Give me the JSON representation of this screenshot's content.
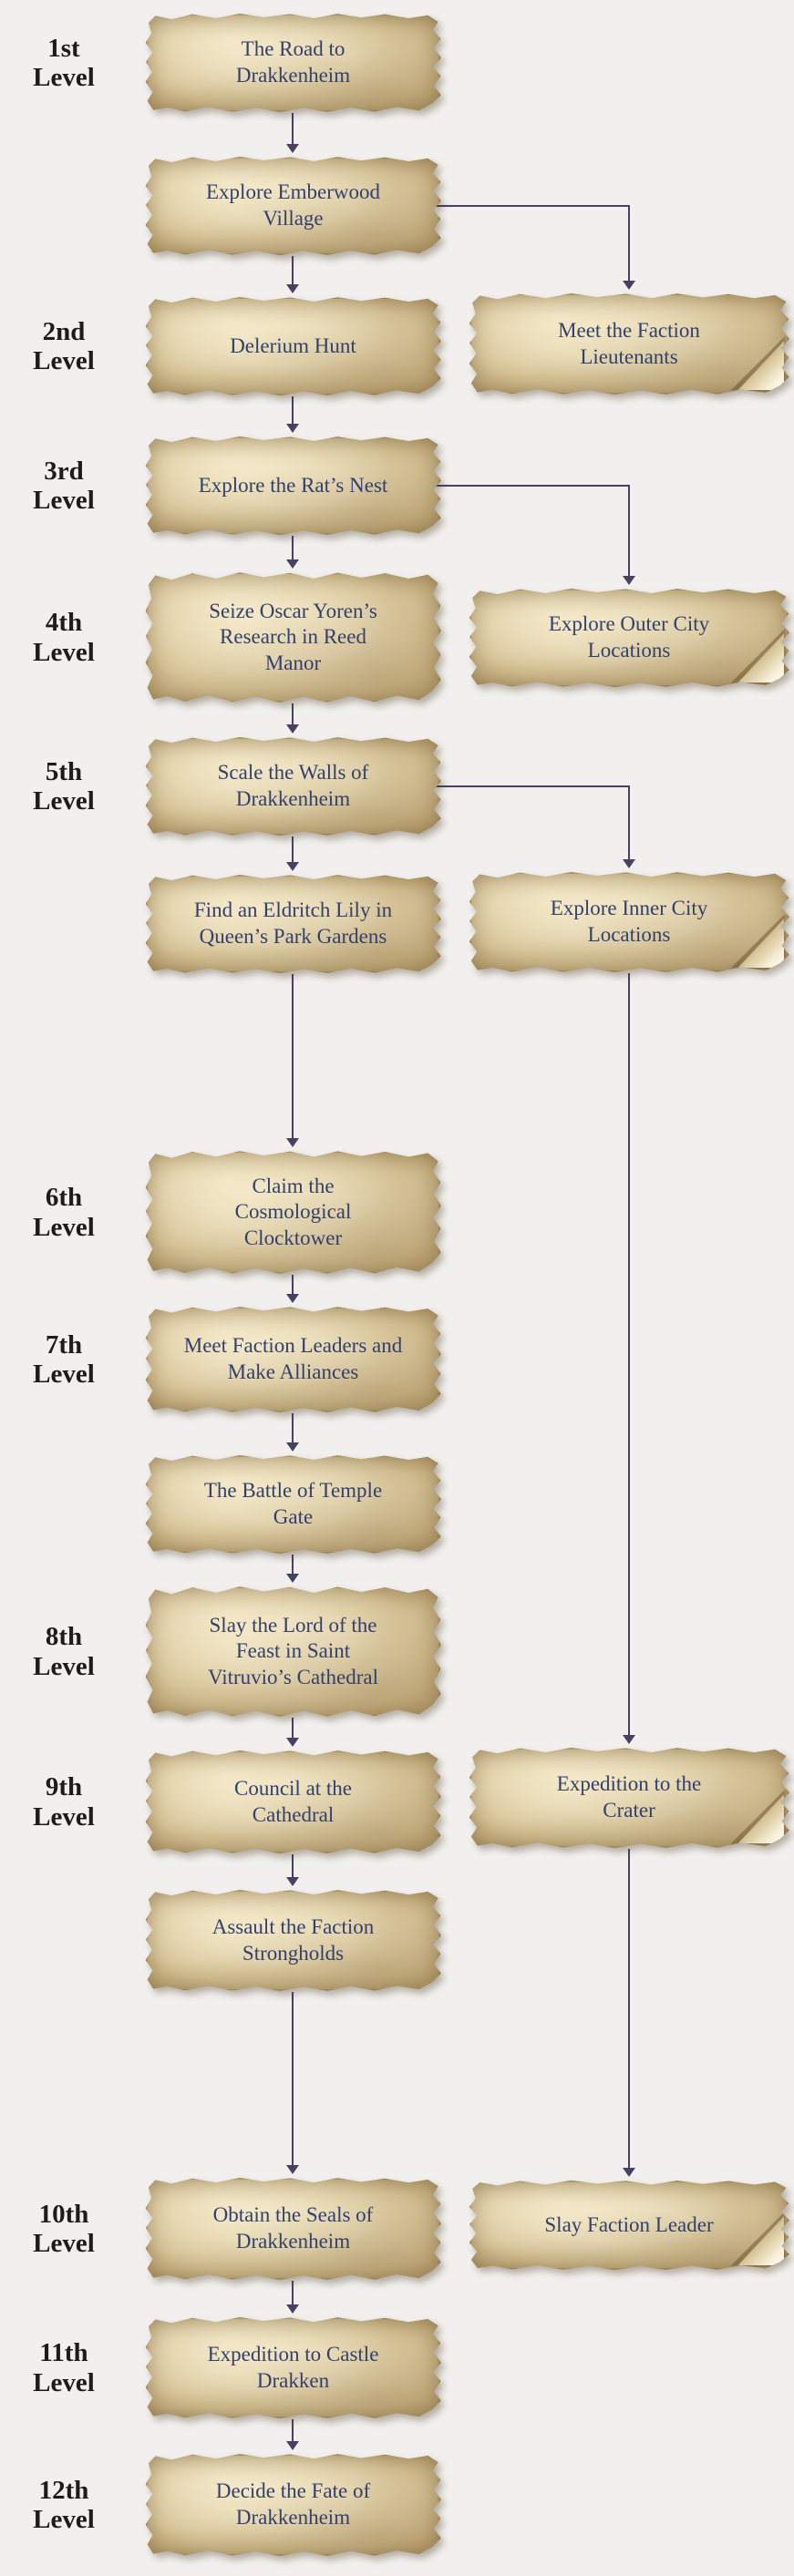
{
  "palette": {
    "background": "#f1f0ee",
    "parchment_light": "#e7d9b4",
    "parchment_mid": "#d3bf92",
    "parchment_dark": "#b59b6b",
    "quest_text": "#33406b",
    "level_text": "#1c1c1c",
    "arrow": "#474264"
  },
  "levels": [
    {
      "num": "1st",
      "word": "Level"
    },
    {
      "num": "2nd",
      "word": "Level"
    },
    {
      "num": "3rd",
      "word": "Level"
    },
    {
      "num": "4th",
      "word": "Level"
    },
    {
      "num": "5th",
      "word": "Level"
    },
    {
      "num": "6th",
      "word": "Level"
    },
    {
      "num": "7th",
      "word": "Level"
    },
    {
      "num": "8th",
      "word": "Level"
    },
    {
      "num": "9th",
      "word": "Level"
    },
    {
      "num": "10th",
      "word": "Level"
    },
    {
      "num": "11th",
      "word": "Level"
    },
    {
      "num": "12th",
      "word": "Level"
    }
  ],
  "main_quests": [
    {
      "label": "The Road to Drakkenheim"
    },
    {
      "label": "Explore Emberwood Village"
    },
    {
      "label": "Delerium Hunt"
    },
    {
      "label": "Explore the Rat’s Nest"
    },
    {
      "label": "Seize Oscar Yoren’s Research in Reed Manor"
    },
    {
      "label": "Scale the Walls of Drakkenheim"
    },
    {
      "label": "Find an Eldritch Lily in Queen’s Park Gardens"
    },
    {
      "label": "Claim the Cosmological Clocktower"
    },
    {
      "label": "Meet Faction Leaders and Make Alliances"
    },
    {
      "label": "The Battle of Temple Gate"
    },
    {
      "label": "Slay the Lord of the Feast in Saint Vitruvio’s Cathedral"
    },
    {
      "label": "Council at the Cathedral"
    },
    {
      "label": "Assault the Faction Strongholds"
    },
    {
      "label": "Obtain the Seals of Drakkenheim"
    },
    {
      "label": "Expedition to Castle Drakken"
    },
    {
      "label": "Decide the Fate of Drakkenheim"
    }
  ],
  "side_quests": [
    {
      "label": "Meet the Faction Lieutenants"
    },
    {
      "label": "Explore Outer City Locations"
    },
    {
      "label": "Explore Inner City Locations"
    },
    {
      "label": "Expedition to the Crater"
    },
    {
      "label": "Slay Faction Leader"
    }
  ],
  "connections": [
    [
      "main.0",
      "main.1"
    ],
    [
      "main.1",
      "main.2"
    ],
    [
      "main.2",
      "main.3"
    ],
    [
      "main.3",
      "main.4"
    ],
    [
      "main.4",
      "main.5"
    ],
    [
      "main.5",
      "main.6"
    ],
    [
      "main.6",
      "main.7"
    ],
    [
      "main.7",
      "main.8"
    ],
    [
      "main.8",
      "main.9"
    ],
    [
      "main.9",
      "main.10"
    ],
    [
      "main.10",
      "main.11"
    ],
    [
      "main.11",
      "main.12"
    ],
    [
      "main.12",
      "main.13"
    ],
    [
      "main.13",
      "main.14"
    ],
    [
      "main.14",
      "main.15"
    ],
    [
      "main.1",
      "side.0"
    ],
    [
      "main.3",
      "side.1"
    ],
    [
      "main.5",
      "side.2"
    ],
    [
      "side.2",
      "side.3"
    ],
    [
      "side.3",
      "side.4"
    ]
  ]
}
